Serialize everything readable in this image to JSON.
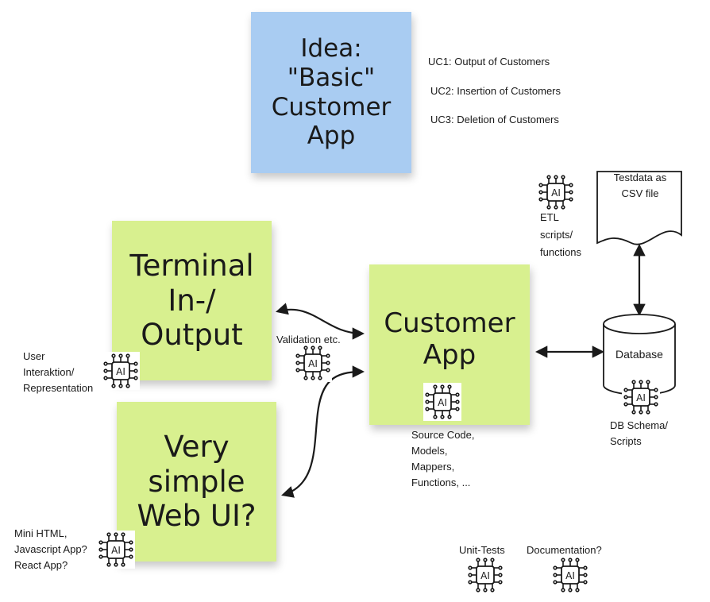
{
  "idea_note": {
    "lines": [
      "Idea:",
      "\"Basic\"",
      "Customer",
      "App"
    ]
  },
  "use_cases": [
    "UC1: Output of Customers",
    "UC2: Insertion of Customers",
    "UC3: Deletion of Customers"
  ],
  "terminal_note": {
    "lines": [
      "Terminal",
      "In-/",
      "Output"
    ]
  },
  "web_ui_note": {
    "lines": [
      "Very",
      "simple",
      "Web UI?"
    ]
  },
  "customer_app_note": {
    "lines": [
      "Customer",
      "App"
    ]
  },
  "user_interaction_label": {
    "lines": [
      "User",
      "Interaktion/",
      "Representation"
    ]
  },
  "validation_label": "Validation etc.",
  "source_code_label": {
    "lines": [
      "Source Code,",
      "Models,",
      "Mappers,",
      "Functions, ..."
    ]
  },
  "web_ui_label": {
    "lines": [
      "Mini HTML,",
      "Javascript App?",
      "React App?"
    ]
  },
  "etl_label": {
    "lines": [
      "ETL",
      "scripts/",
      "functions"
    ]
  },
  "testdata_document": {
    "lines": [
      "Testdata as",
      "CSV file"
    ]
  },
  "database_label": "Database",
  "db_schema_label": {
    "lines": [
      "DB Schema/",
      "Scripts"
    ]
  },
  "unit_tests_label": "Unit-Tests",
  "documentation_label": "Documentation?",
  "ai_icon_text": "AI",
  "colors": {
    "blue_note": "#a9ccf2",
    "green_note": "#d8f08f",
    "stroke": "#1a1a1a"
  }
}
